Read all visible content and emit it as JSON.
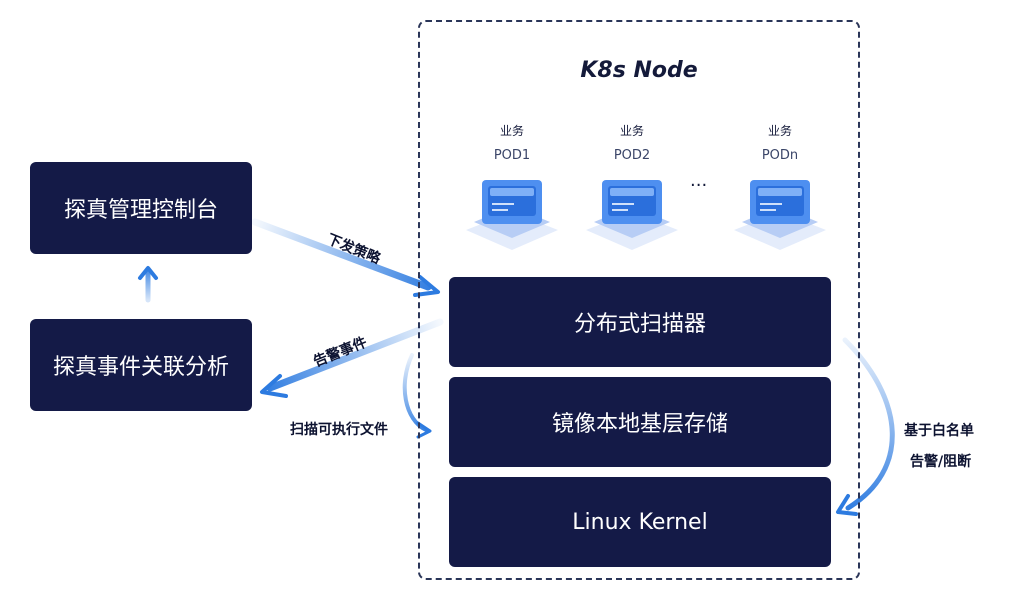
{
  "node": {
    "title": "K8s Node"
  },
  "pods": [
    {
      "caption": "业务",
      "name": "POD1"
    },
    {
      "caption": "业务",
      "name": "POD2"
    },
    {
      "caption": "业务",
      "name": "PODn"
    }
  ],
  "ellipsis": "...",
  "boxes": {
    "console": "探真管理控制台",
    "analysis": "探真事件关联分析",
    "scanner": "分布式扫描器",
    "storage": "镜像本地基层存储",
    "kernel": "Linux Kernel"
  },
  "edges": {
    "policy": "下发策略",
    "alert_event": "告警事件",
    "scan_exec": "扫描可执行文件",
    "whitelist_line1": "基于白名单",
    "whitelist_line2": "告警/阻断"
  },
  "colors": {
    "box_fill": "#141a47",
    "arrow": "#2d7be0",
    "frame": "#2a3558"
  }
}
